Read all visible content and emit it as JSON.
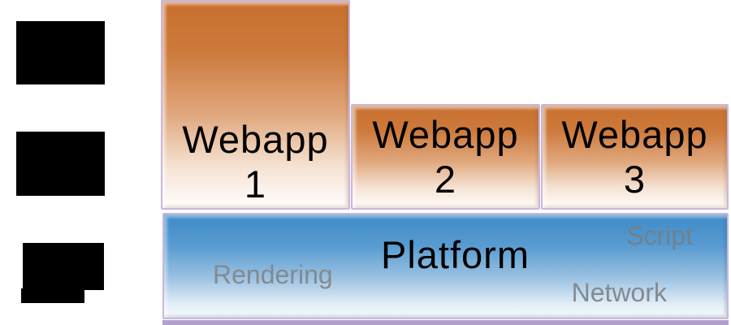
{
  "webapps": [
    {
      "line1": "Webapp",
      "line2": "1"
    },
    {
      "line1": "Webapp",
      "line2": "2"
    },
    {
      "line1": "Webapp",
      "line2": "3"
    }
  ],
  "platform": {
    "title": "Platform",
    "components": [
      "Rendering",
      "Script",
      "Network"
    ]
  },
  "colors": {
    "webapp_gradient_top": "#c86f2e",
    "webapp_gradient_bottom": "#fffefd",
    "platform_gradient_top": "#3e8bc8",
    "platform_gradient_bottom": "#f6fafd",
    "box_border": "#c9b7dc",
    "next_layer_strip": "#b1a0ce",
    "title_text": "#000000",
    "component_text": "#838a90",
    "redaction": "#000000"
  }
}
